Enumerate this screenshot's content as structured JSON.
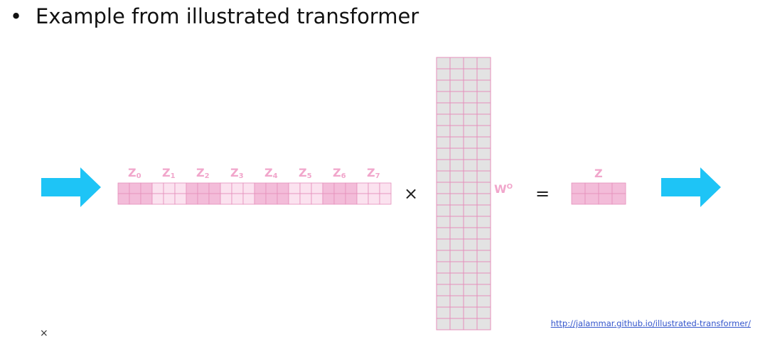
{
  "heading": {
    "bullet": "•",
    "text": "Example from illustrated transformer"
  },
  "diagram": {
    "z_heads": [
      {
        "letter": "Z",
        "sub": "0"
      },
      {
        "letter": "Z",
        "sub": "1"
      },
      {
        "letter": "Z",
        "sub": "2"
      },
      {
        "letter": "Z",
        "sub": "3"
      },
      {
        "letter": "Z",
        "sub": "4"
      },
      {
        "letter": "Z",
        "sub": "5"
      },
      {
        "letter": "Z",
        "sub": "6"
      },
      {
        "letter": "Z",
        "sub": "7"
      }
    ],
    "multiply_symbol": "×",
    "equals_symbol": "=",
    "weight_label": "W",
    "weight_label_sup": "O",
    "output_label": "Z",
    "concat_cells_per_head": 3,
    "weight_rows": 24,
    "weight_cols": 4,
    "output_cols": 4,
    "colors": {
      "arrow": "#1ec4f6",
      "pink_dark": "#f3bcd9",
      "pink_light": "#fbe2ef",
      "cell_border": "#e58fbb",
      "grey_cell": "#e3e3e3",
      "label_pink": "#f1a6cb"
    }
  },
  "reference": {
    "link_text": "http://jalammar.github.io/illustrated-transformer/"
  },
  "stray_mark": "×"
}
